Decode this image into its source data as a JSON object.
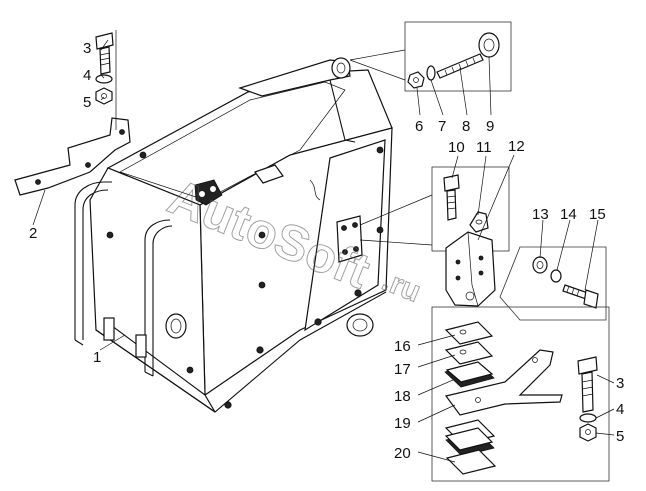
{
  "watermark": {
    "main": "AutoSoft",
    "suffix": ".ru"
  },
  "callouts": {
    "c1": "1",
    "c2": "2",
    "c3a": "3",
    "c4a": "4",
    "c5a": "5",
    "c6": "6",
    "c7": "7",
    "c8": "8",
    "c9": "9",
    "c10": "10",
    "c11": "11",
    "c12": "12",
    "c13": "13",
    "c14": "14",
    "c15": "15",
    "c16": "16",
    "c17": "17",
    "c18": "18",
    "c19": "19",
    "c20": "20",
    "c3b": "3",
    "c4b": "4",
    "c5b": "5"
  }
}
